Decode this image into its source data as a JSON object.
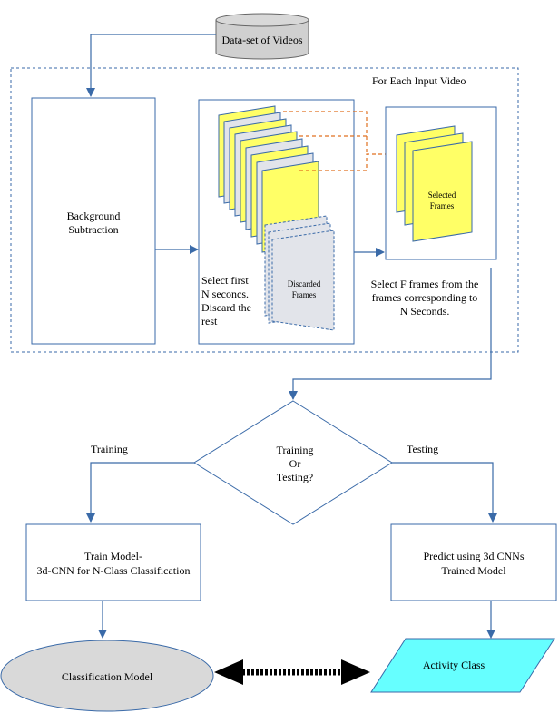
{
  "dataset": {
    "label": "Data-set of Videos"
  },
  "loop": {
    "label": "For Each Input Video"
  },
  "background": {
    "line1": "Background",
    "line2": "Subtraction"
  },
  "select_first": {
    "line1": "Select first",
    "line2": "N seconcs.",
    "line3": "Discard the",
    "line4": "rest"
  },
  "discarded": {
    "line1": "Discarded",
    "line2": "Frames"
  },
  "selected": {
    "line1": "Selected",
    "line2": "Frames"
  },
  "select_f": {
    "line1": "Select F frames from the",
    "line2": "frames corresponding to",
    "line3": "N Seconds."
  },
  "decision": {
    "line1": "Training",
    "line2": "Or",
    "line3": "Testing?"
  },
  "branch": {
    "training": "Training",
    "testing": "Testing"
  },
  "train_model": {
    "line1": "Train Model-",
    "line2": "3d-CNN for N-Class Classification"
  },
  "predict": {
    "line1": "Predict using 3d CNNs",
    "line2": "Trained Model"
  },
  "classification_model": {
    "label": "Classification Model"
  },
  "activity_class": {
    "label": "Activity Class"
  },
  "colors": {
    "arrow": "#3a6aa8",
    "frame_yellow": "#ffff66",
    "frame_grey": "#e2e4ea",
    "orange_dash": "#e07020",
    "ellipse_fill": "#d9d9d9",
    "cyan_fill": "#66ffff",
    "cylinder_fill": "#d0d0d0"
  }
}
